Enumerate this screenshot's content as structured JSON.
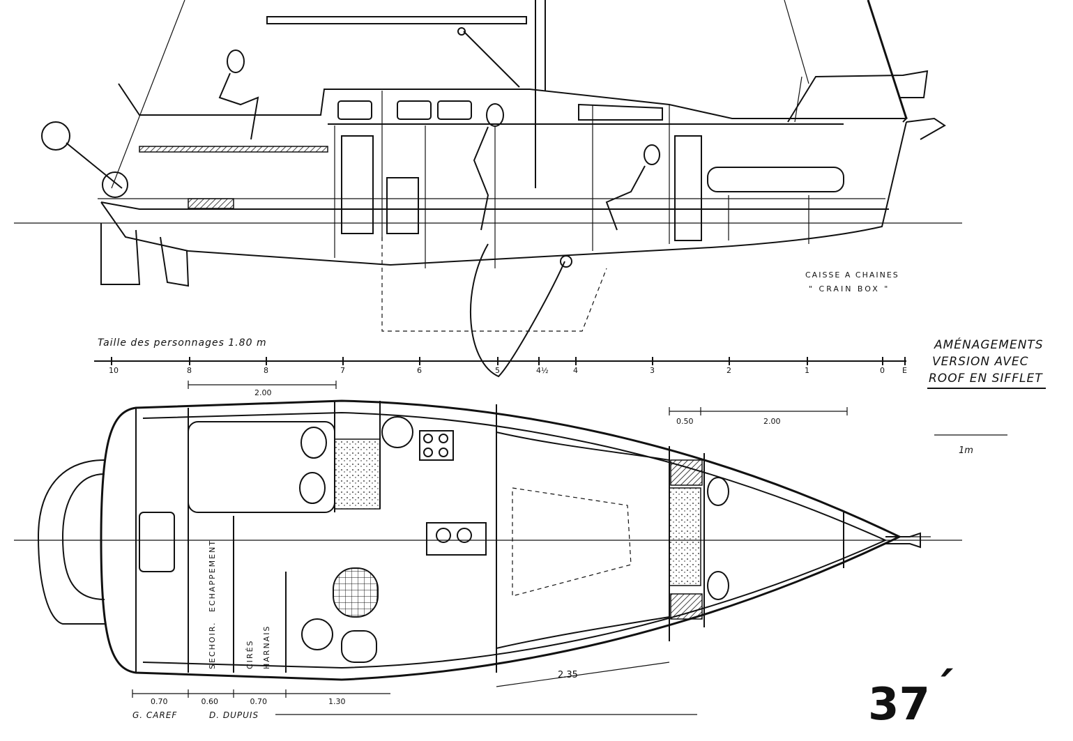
{
  "labels": {
    "chain_box_1": "CAISSE A CHAINES",
    "chain_box_2": "\" CRAIN BOX \"",
    "figure_size": "Taille des personnages  1.80 m",
    "amenag_1": "AMÉNAGEMENTS",
    "amenag_2": "VERSION   AVEC",
    "amenag_3": "ROOF EN SIFFLET",
    "one_meter": "1m",
    "dim_top_200": "2.00",
    "dim_050": "0.50",
    "dim_200b": "2.00",
    "dim_235": "2.35",
    "sechoir": "SECHOIR.",
    "chappement": "ECHAPPEMENT",
    "cires": "CIRÉS",
    "harnais": "HARNAIS",
    "credits_1": "G. CAREF",
    "credits_2": "D. DUPUIS",
    "model_number": "37",
    "model_mark": "´"
  },
  "station_ticks": [
    "10",
    "8",
    "8",
    "7",
    "6",
    "5",
    "4½",
    "4",
    "3",
    "2",
    "1",
    "0",
    "E"
  ],
  "bottom_dims": [
    "0.70",
    "0.60",
    "0.70",
    "1.30"
  ]
}
